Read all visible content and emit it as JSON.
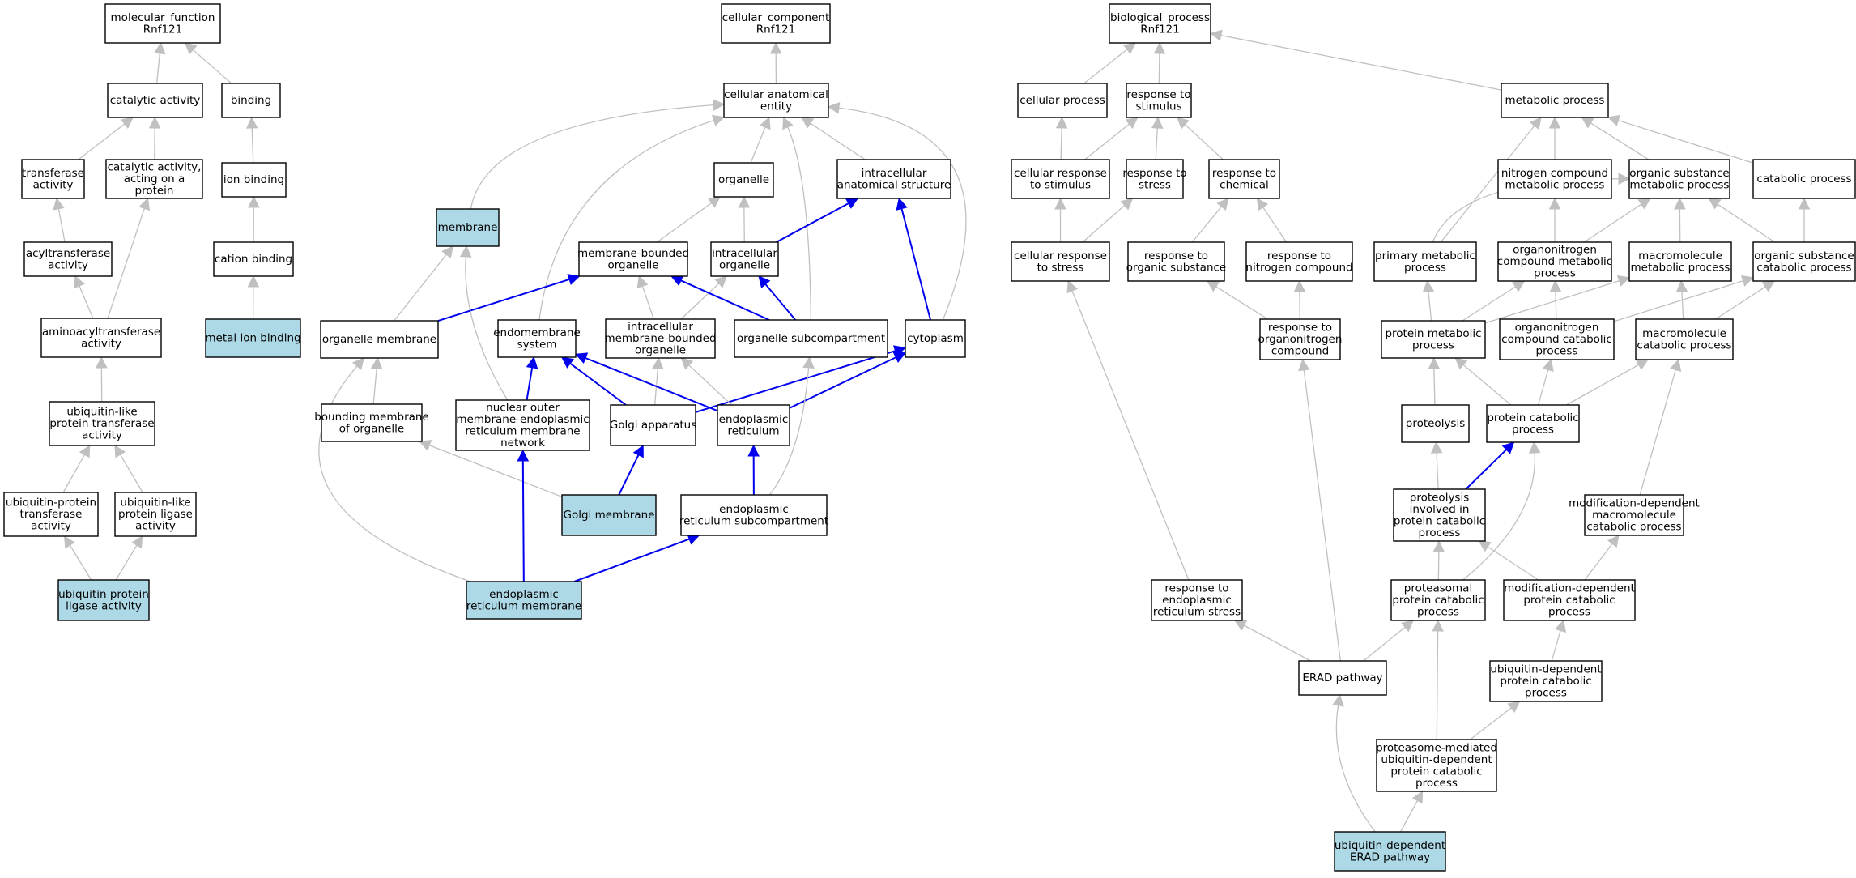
{
  "colors": {
    "highlight_fill": "#add8e6",
    "node_fill": "#ffffff",
    "node_stroke": "#000000",
    "edge_gray": "#c0c0c0",
    "edge_blue": "#0000ee"
  },
  "nodes": [
    {
      "id": "mf",
      "lines": [
        "molecular_function",
        "Rnf121"
      ]
    },
    {
      "id": "cat",
      "lines": [
        "catalytic activity"
      ]
    },
    {
      "id": "bind",
      "lines": [
        "binding"
      ]
    },
    {
      "id": "trans",
      "lines": [
        "transferase",
        "activity"
      ]
    },
    {
      "id": "catprot",
      "lines": [
        "catalytic activity,",
        "acting on a",
        "protein"
      ]
    },
    {
      "id": "ionb",
      "lines": [
        "ion binding"
      ]
    },
    {
      "id": "acyl",
      "lines": [
        "acyltransferase",
        "activity"
      ]
    },
    {
      "id": "cationb",
      "lines": [
        "cation binding"
      ]
    },
    {
      "id": "aminoacyl",
      "lines": [
        "aminoacyltransferase",
        "activity"
      ]
    },
    {
      "id": "metalion",
      "lines": [
        "metal ion binding"
      ],
      "highlight": true
    },
    {
      "id": "ublt",
      "lines": [
        "ubiquitin-like",
        "protein transferase",
        "activity"
      ]
    },
    {
      "id": "ubpt",
      "lines": [
        "ubiquitin-protein",
        "transferase",
        "activity"
      ]
    },
    {
      "id": "ublpl",
      "lines": [
        "ubiquitin-like",
        "protein ligase",
        "activity"
      ]
    },
    {
      "id": "ubpl",
      "lines": [
        "ubiquitin protein",
        "ligase activity"
      ],
      "highlight": true
    },
    {
      "id": "cc",
      "lines": [
        "cellular_component",
        "Rnf121"
      ]
    },
    {
      "id": "cae",
      "lines": [
        "cellular anatomical",
        "entity"
      ]
    },
    {
      "id": "organelle",
      "lines": [
        "organelle"
      ]
    },
    {
      "id": "ias",
      "lines": [
        "intracellular",
        "anatomical structure"
      ]
    },
    {
      "id": "membrane",
      "lines": [
        "membrane"
      ],
      "highlight": true
    },
    {
      "id": "mbo",
      "lines": [
        "membrane-bounded",
        "organelle"
      ]
    },
    {
      "id": "io",
      "lines": [
        "intracellular",
        "organelle"
      ]
    },
    {
      "id": "om",
      "lines": [
        "organelle membrane"
      ]
    },
    {
      "id": "endo",
      "lines": [
        "endomembrane",
        "system"
      ]
    },
    {
      "id": "imbo",
      "lines": [
        "intracellular",
        "membrane-bounded",
        "organelle"
      ]
    },
    {
      "id": "osub",
      "lines": [
        "organelle subcompartment"
      ]
    },
    {
      "id": "cyto",
      "lines": [
        "cytoplasm"
      ]
    },
    {
      "id": "bmo",
      "lines": [
        "bounding membrane",
        "of organelle"
      ]
    },
    {
      "id": "nuc",
      "lines": [
        "nuclear outer",
        "membrane-endoplasmic",
        "reticulum membrane",
        "network"
      ]
    },
    {
      "id": "golgi",
      "lines": [
        "Golgi apparatus"
      ]
    },
    {
      "id": "er",
      "lines": [
        "endoplasmic",
        "reticulum"
      ]
    },
    {
      "id": "golgim",
      "lines": [
        "Golgi membrane"
      ],
      "highlight": true
    },
    {
      "id": "ersub",
      "lines": [
        "endoplasmic",
        "reticulum subcompartment"
      ]
    },
    {
      "id": "erm",
      "lines": [
        "endoplasmic",
        "reticulum membrane"
      ],
      "highlight": true
    },
    {
      "id": "bp",
      "lines": [
        "biological_process",
        "Rnf121"
      ]
    },
    {
      "id": "cp",
      "lines": [
        "cellular process"
      ]
    },
    {
      "id": "rts",
      "lines": [
        "response to",
        "stimulus"
      ]
    },
    {
      "id": "mp",
      "lines": [
        "metabolic process"
      ]
    },
    {
      "id": "crs",
      "lines": [
        "cellular response",
        "to stimulus"
      ]
    },
    {
      "id": "rstress",
      "lines": [
        "response to",
        "stress"
      ]
    },
    {
      "id": "rchem",
      "lines": [
        "response to",
        "chemical"
      ]
    },
    {
      "id": "ncmp",
      "lines": [
        "nitrogen compound",
        "metabolic process"
      ]
    },
    {
      "id": "osmp",
      "lines": [
        "organic substance",
        "metabolic process"
      ]
    },
    {
      "id": "catp",
      "lines": [
        "catabolic process"
      ]
    },
    {
      "id": "crstress",
      "lines": [
        "cellular response",
        "to stress"
      ]
    },
    {
      "id": "ros",
      "lines": [
        "response to",
        "organic substance"
      ]
    },
    {
      "id": "rnc",
      "lines": [
        "response to",
        "nitrogen compound"
      ]
    },
    {
      "id": "pmp",
      "lines": [
        "primary metabolic",
        "process"
      ]
    },
    {
      "id": "oncmp",
      "lines": [
        "organonitrogen",
        "compound metabolic",
        "process"
      ]
    },
    {
      "id": "mmp",
      "lines": [
        "macromolecule",
        "metabolic process"
      ]
    },
    {
      "id": "oscp",
      "lines": [
        "organic substance",
        "catabolic process"
      ]
    },
    {
      "id": "roc",
      "lines": [
        "response to",
        "organonitrogen",
        "compound"
      ]
    },
    {
      "id": "protmp",
      "lines": [
        "protein metabolic",
        "process"
      ]
    },
    {
      "id": "onccp",
      "lines": [
        "organonitrogen",
        "compound catabolic",
        "process"
      ]
    },
    {
      "id": "mcp",
      "lines": [
        "macromolecule",
        "catabolic process"
      ]
    },
    {
      "id": "proteo",
      "lines": [
        "proteolysis"
      ]
    },
    {
      "id": "pcp",
      "lines": [
        "protein catabolic",
        "process"
      ]
    },
    {
      "id": "pipcp",
      "lines": [
        "proteolysis",
        "involved in",
        "protein catabolic",
        "process"
      ]
    },
    {
      "id": "mdmcp",
      "lines": [
        "modification-dependent",
        "macromolecule",
        "catabolic process"
      ]
    },
    {
      "id": "rers",
      "lines": [
        "response to",
        "endoplasmic",
        "reticulum stress"
      ]
    },
    {
      "id": "ppcp",
      "lines": [
        "proteasomal",
        "protein catabolic",
        "process"
      ]
    },
    {
      "id": "mdpcp",
      "lines": [
        "modification-dependent",
        "protein catabolic",
        "process"
      ]
    },
    {
      "id": "erad",
      "lines": [
        "ERAD pathway"
      ]
    },
    {
      "id": "udpcp",
      "lines": [
        "ubiquitin-dependent",
        "protein catabolic",
        "process"
      ]
    },
    {
      "id": "pmud",
      "lines": [
        "proteasome-mediated",
        "ubiquitin-dependent",
        "protein catabolic",
        "process"
      ]
    },
    {
      "id": "uderad",
      "lines": [
        "ubiquitin-dependent",
        "ERAD pathway"
      ],
      "highlight": true
    }
  ],
  "edges": [
    {
      "from": "cat",
      "to": "mf"
    },
    {
      "from": "bind",
      "to": "mf"
    },
    {
      "from": "trans",
      "to": "cat"
    },
    {
      "from": "catprot",
      "to": "cat"
    },
    {
      "from": "ionb",
      "to": "bind"
    },
    {
      "from": "acyl",
      "to": "trans"
    },
    {
      "from": "cationb",
      "to": "ionb"
    },
    {
      "from": "aminoacyl",
      "to": "acyl"
    },
    {
      "from": "aminoacyl",
      "to": "catprot"
    },
    {
      "from": "metalion",
      "to": "cationb"
    },
    {
      "from": "ublt",
      "to": "aminoacyl"
    },
    {
      "from": "ubpt",
      "to": "ublt"
    },
    {
      "from": "ublpl",
      "to": "ublt"
    },
    {
      "from": "ubpl",
      "to": "ubpt"
    },
    {
      "from": "ubpl",
      "to": "ublpl"
    },
    {
      "from": "cae",
      "to": "cc"
    },
    {
      "from": "organelle",
      "to": "cae"
    },
    {
      "from": "ias",
      "to": "cae"
    },
    {
      "from": "membrane",
      "to": "cae",
      "curve": true
    },
    {
      "from": "endo",
      "to": "cae",
      "curve": true
    },
    {
      "from": "osub",
      "to": "cae",
      "curve": true
    },
    {
      "from": "cyto",
      "to": "cae",
      "curve": true
    },
    {
      "from": "mbo",
      "to": "organelle"
    },
    {
      "from": "io",
      "to": "organelle"
    },
    {
      "from": "io",
      "to": "ias",
      "blue": true
    },
    {
      "from": "cyto",
      "to": "ias",
      "blue": true
    },
    {
      "from": "om",
      "to": "membrane"
    },
    {
      "from": "om",
      "to": "mbo",
      "blue": true
    },
    {
      "from": "imbo",
      "to": "mbo"
    },
    {
      "from": "imbo",
      "to": "io"
    },
    {
      "from": "osub",
      "to": "mbo",
      "blue": true
    },
    {
      "from": "osub",
      "to": "io",
      "blue": true
    },
    {
      "from": "bmo",
      "to": "om"
    },
    {
      "from": "nuc",
      "to": "endo",
      "blue": true
    },
    {
      "from": "nuc",
      "to": "membrane",
      "curve": true
    },
    {
      "from": "golgi",
      "to": "endo",
      "blue": true
    },
    {
      "from": "golgi",
      "to": "imbo"
    },
    {
      "from": "golgi",
      "to": "cyto",
      "blue": true
    },
    {
      "from": "er",
      "to": "endo",
      "blue": true
    },
    {
      "from": "er",
      "to": "imbo"
    },
    {
      "from": "er",
      "to": "cyto",
      "blue": true
    },
    {
      "from": "golgim",
      "to": "golgi",
      "blue": true
    },
    {
      "from": "golgim",
      "to": "bmo"
    },
    {
      "from": "ersub",
      "to": "er",
      "blue": true
    },
    {
      "from": "ersub",
      "to": "osub",
      "curve": true
    },
    {
      "from": "erm",
      "to": "ersub",
      "blue": true
    },
    {
      "from": "erm",
      "to": "nuc",
      "blue": true
    },
    {
      "from": "erm",
      "to": "om",
      "curve": true
    },
    {
      "from": "cp",
      "to": "bp"
    },
    {
      "from": "rts",
      "to": "bp"
    },
    {
      "from": "mp",
      "to": "bp"
    },
    {
      "from": "crs",
      "to": "cp"
    },
    {
      "from": "crs",
      "to": "rts"
    },
    {
      "from": "rstress",
      "to": "rts"
    },
    {
      "from": "rchem",
      "to": "rts"
    },
    {
      "from": "ncmp",
      "to": "mp"
    },
    {
      "from": "osmp",
      "to": "mp"
    },
    {
      "from": "catp",
      "to": "mp"
    },
    {
      "from": "pmp",
      "to": "mp"
    },
    {
      "from": "crstress",
      "to": "crs"
    },
    {
      "from": "crstress",
      "to": "rstress"
    },
    {
      "from": "ros",
      "to": "rchem"
    },
    {
      "from": "rnc",
      "to": "rchem"
    },
    {
      "from": "pmp",
      "to": "osmp",
      "skip": true
    },
    {
      "from": "oncmp",
      "to": "ncmp"
    },
    {
      "from": "oncmp",
      "to": "osmp"
    },
    {
      "from": "mmp",
      "to": "osmp"
    },
    {
      "from": "oscp",
      "to": "osmp"
    },
    {
      "from": "oscp",
      "to": "catp"
    },
    {
      "from": "roc",
      "to": "ros"
    },
    {
      "from": "roc",
      "to": "rnc"
    },
    {
      "from": "protmp",
      "to": "pmp"
    },
    {
      "from": "protmp",
      "to": "oncmp"
    },
    {
      "from": "protmp",
      "to": "mmp"
    },
    {
      "from": "onccp",
      "to": "oncmp"
    },
    {
      "from": "onccp",
      "to": "oscp"
    },
    {
      "from": "mcp",
      "to": "mmp"
    },
    {
      "from": "mcp",
      "to": "oscp"
    },
    {
      "from": "proteo",
      "to": "protmp"
    },
    {
      "from": "pcp",
      "to": "protmp"
    },
    {
      "from": "pcp",
      "to": "onccp"
    },
    {
      "from": "pcp",
      "to": "mcp"
    },
    {
      "from": "pipcp",
      "to": "proteo"
    },
    {
      "from": "pipcp",
      "to": "pcp",
      "blue": true
    },
    {
      "from": "mdmcp",
      "to": "mcp"
    },
    {
      "from": "rers",
      "to": "crstress"
    },
    {
      "from": "ppcp",
      "to": "pipcp"
    },
    {
      "from": "ppcp",
      "to": "pcp",
      "curve": true
    },
    {
      "from": "mdpcp",
      "to": "pipcp"
    },
    {
      "from": "mdpcp",
      "to": "mdmcp"
    },
    {
      "from": "erad",
      "to": "rers"
    },
    {
      "from": "erad",
      "to": "ppcp"
    },
    {
      "from": "erad",
      "to": "roc"
    },
    {
      "from": "udpcp",
      "to": "mdpcp"
    },
    {
      "from": "pmud",
      "to": "ppcp"
    },
    {
      "from": "pmud",
      "to": "udpcp"
    },
    {
      "from": "uderad",
      "to": "pmud"
    },
    {
      "from": "uderad",
      "to": "erad",
      "curve": true
    }
  ]
}
